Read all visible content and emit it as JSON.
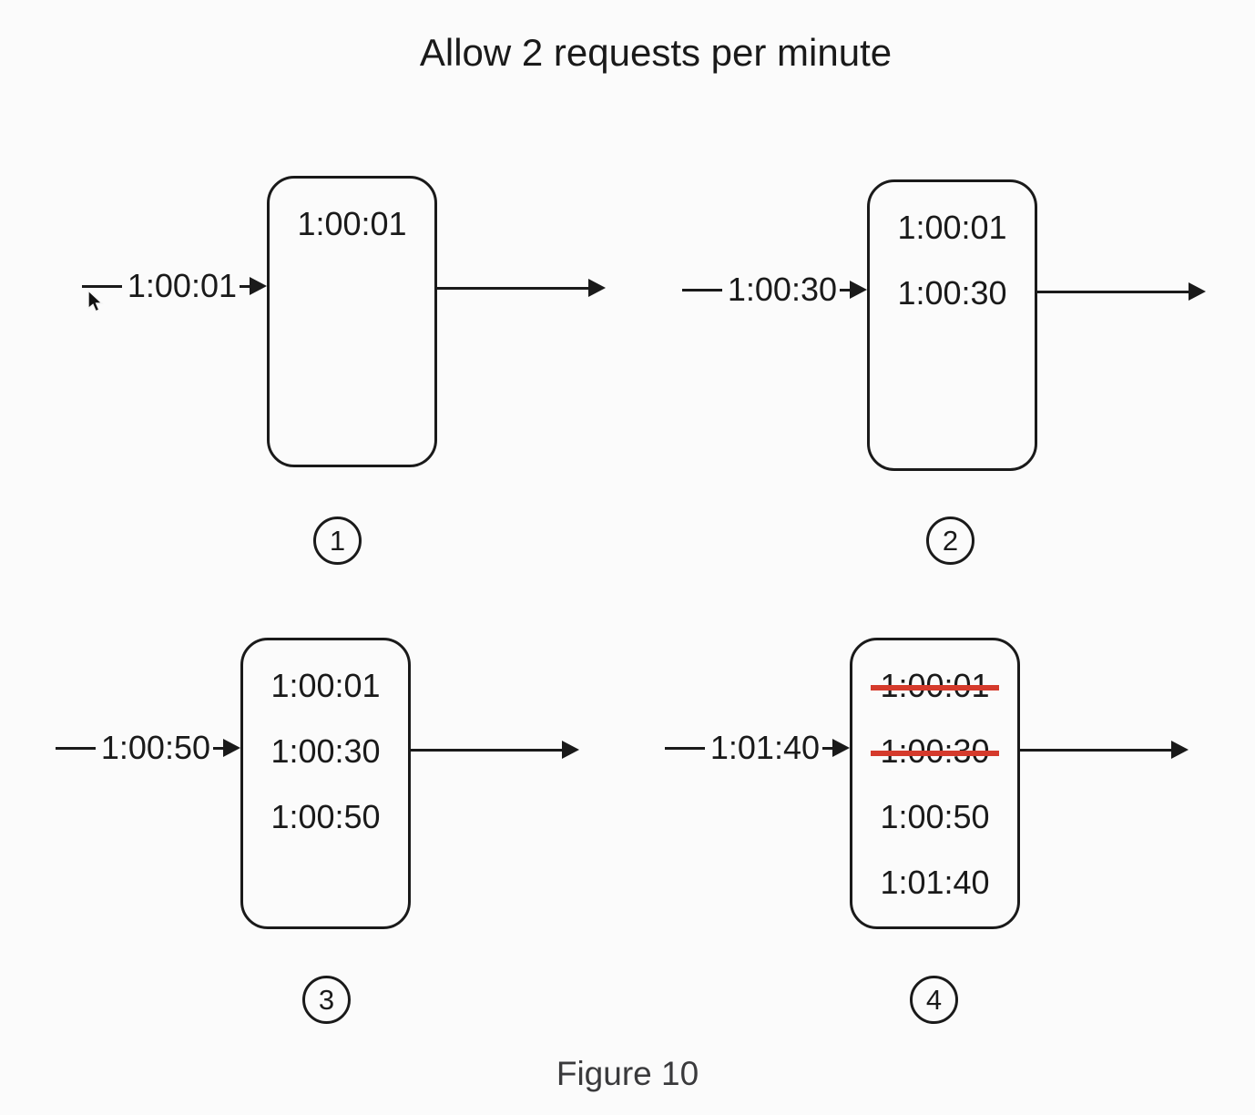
{
  "title": "Allow 2 requests per minute",
  "caption": "Figure 10",
  "colors": {
    "stroke": "#1a1a1a",
    "strike": "#d53a2c",
    "caption": "#3a3a3c",
    "background": "#fbfbfb"
  },
  "panels": [
    {
      "badge": "1",
      "input_label": "1:00:01",
      "entries": [
        {
          "time": "1:00:01",
          "struck": false
        }
      ]
    },
    {
      "badge": "2",
      "input_label": "1:00:30",
      "entries": [
        {
          "time": "1:00:01",
          "struck": false
        },
        {
          "time": "1:00:30",
          "struck": false
        }
      ]
    },
    {
      "badge": "3",
      "input_label": "1:00:50",
      "entries": [
        {
          "time": "1:00:01",
          "struck": false
        },
        {
          "time": "1:00:30",
          "struck": false
        },
        {
          "time": "1:00:50",
          "struck": false
        }
      ]
    },
    {
      "badge": "4",
      "input_label": "1:01:40",
      "entries": [
        {
          "time": "1:00:01",
          "struck": true
        },
        {
          "time": "1:00:30",
          "struck": true
        },
        {
          "time": "1:00:50",
          "struck": false
        },
        {
          "time": "1:01:40",
          "struck": false
        }
      ]
    }
  ]
}
